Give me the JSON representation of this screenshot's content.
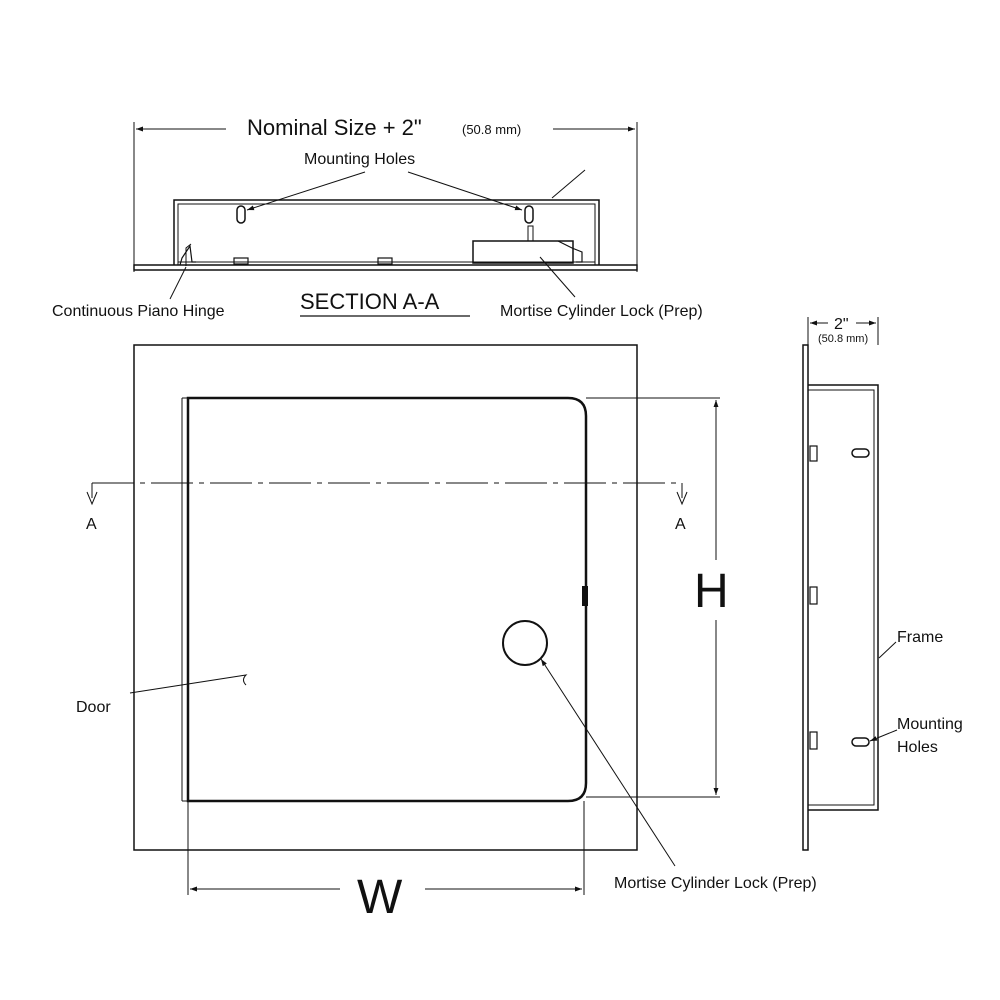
{
  "top_dimension": {
    "label": "Nominal Size + 2\"",
    "metric": "(50.8 mm)"
  },
  "section_view": {
    "title": "SECTION A-A",
    "mounting_holes_label": "Mounting Holes",
    "hinge_label": "Continuous Piano Hinge",
    "lock_label": "Mortise Cylinder Lock (Prep)"
  },
  "front_view": {
    "section_marker_left": "A",
    "section_marker_right": "A",
    "height_label": "H",
    "width_label": "W",
    "door_label": "Door",
    "lock_label": "Mortise Cylinder Lock (Prep)"
  },
  "side_view": {
    "depth_label": "2\"",
    "depth_metric": "(50.8 mm)",
    "frame_label": "Frame",
    "mounting_holes_label_line1": "Mounting",
    "mounting_holes_label_line2": "Holes"
  },
  "colors": {
    "line": "#111111",
    "background": "#ffffff"
  }
}
